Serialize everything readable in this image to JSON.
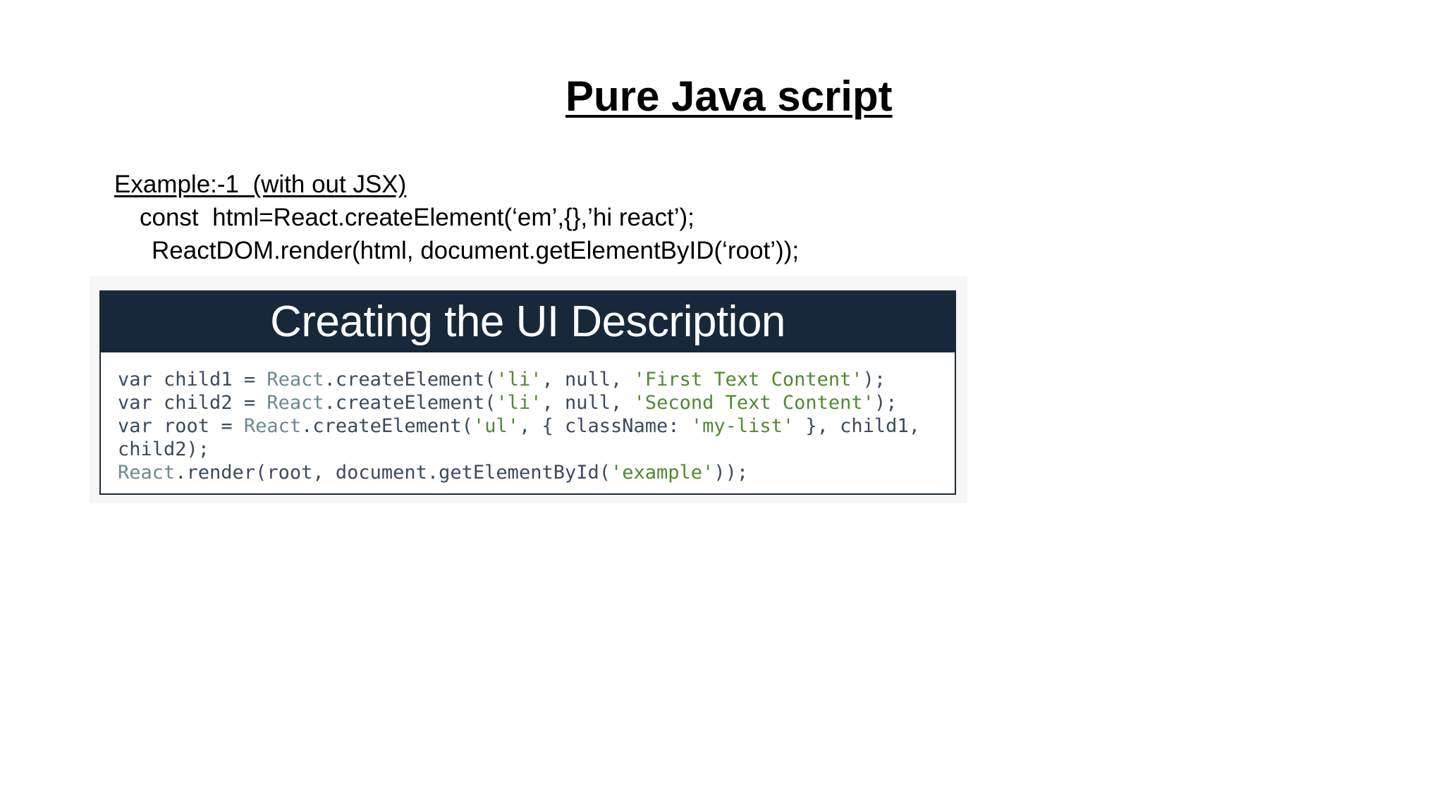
{
  "slide": {
    "title": "Pure Java script"
  },
  "example": {
    "heading": "Example:-1  (with out JSX)",
    "line1": "const  html=React.createElement(‘em’,{},’hi react’);",
    "line2": "ReactDOM.render(html, document.getElementByID(‘root’));"
  },
  "image": {
    "header": "Creating the UI Description",
    "code_lines": [
      "var child1 = React.createElement('li', null, 'First Text Content');",
      "var child2 = React.createElement('li', null, 'Second Text Content');",
      "var root = React.createElement('ul', { className: 'my-list' }, child1,",
      "child2);",
      "React.render(root, document.getElementById('example'));"
    ]
  },
  "colors": {
    "header_bg": "#17283a",
    "code_text": "#3b4a5c",
    "code_string": "#4f8a2e",
    "code_object": "#6b8a8f"
  }
}
